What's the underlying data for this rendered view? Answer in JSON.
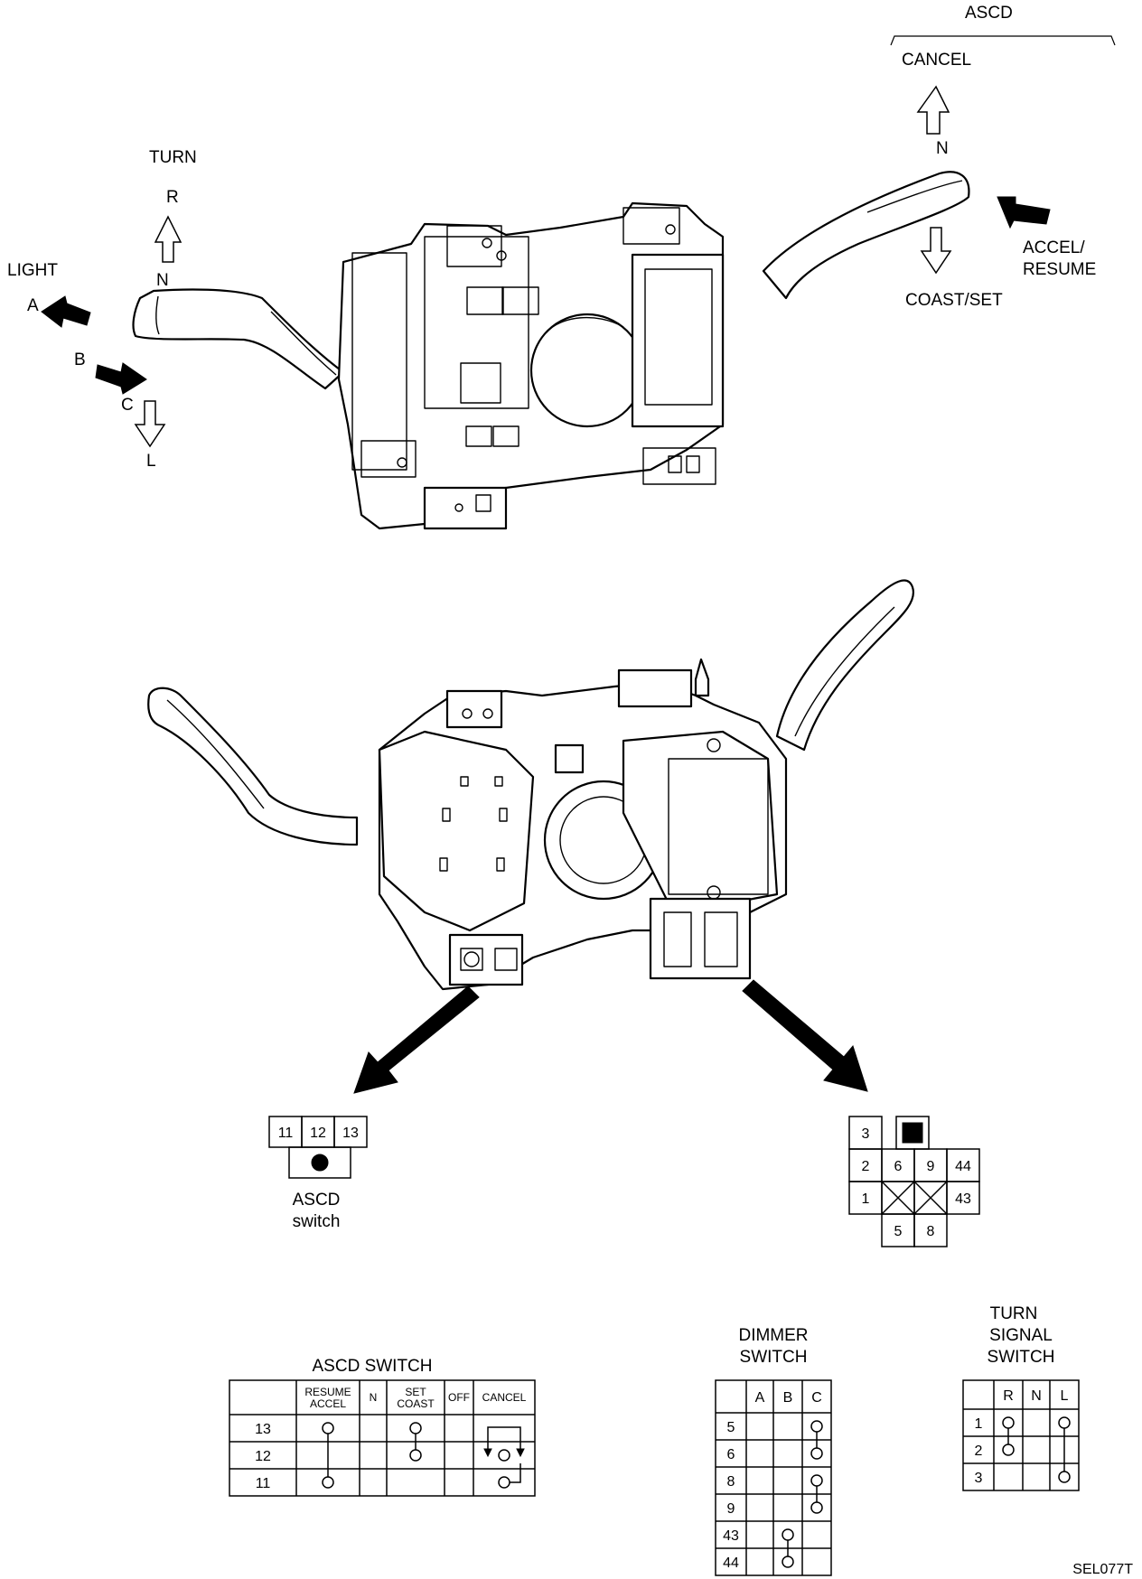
{
  "top_view": {
    "turn_label": "TURN",
    "turn_r": "R",
    "turn_n": "N",
    "light_label": "LIGHT",
    "light_a": "A",
    "light_b": "B",
    "light_c": "C",
    "light_l": "L",
    "ascd_label": "ASCD",
    "cancel_label": "CANCEL",
    "ascd_n": "N",
    "accel_line1": "ACCEL/",
    "accel_line2": "RESUME",
    "coast_label": "COAST/SET"
  },
  "ascd_connector": {
    "pins": [
      "11",
      "12",
      "13"
    ],
    "caption_line1": "ASCD",
    "caption_line2": "switch"
  },
  "combo_connector": {
    "row0": [
      "3"
    ],
    "row1": [
      "2",
      "6",
      "9",
      "44"
    ],
    "row2": [
      "1",
      "43"
    ],
    "row3": [
      "5",
      "8"
    ]
  },
  "ascd_table": {
    "title": "ASCD SWITCH",
    "headers": [
      "RESUME\nACCEL",
      "N",
      "SET\nCOAST",
      "OFF",
      "CANCEL"
    ],
    "resume_line1": "RESUME",
    "resume_line2": "ACCEL",
    "n": "N",
    "set_line1": "SET",
    "set_line2": "COAST",
    "off": "OFF",
    "cancel": "CANCEL",
    "rows": [
      "13",
      "12",
      "11"
    ]
  },
  "dimmer_table": {
    "title_line1": "DIMMER",
    "title_line2": "SWITCH",
    "cols": [
      "A",
      "B",
      "C"
    ],
    "rows": [
      "5",
      "6",
      "8",
      "9",
      "43",
      "44"
    ]
  },
  "turn_table": {
    "title_line1": "TURN",
    "title_line2": "SIGNAL",
    "title_line3": "SWITCH",
    "cols": [
      "R",
      "N",
      "L"
    ],
    "rows": [
      "1",
      "2",
      "3"
    ]
  },
  "figure_code": "SEL077T"
}
